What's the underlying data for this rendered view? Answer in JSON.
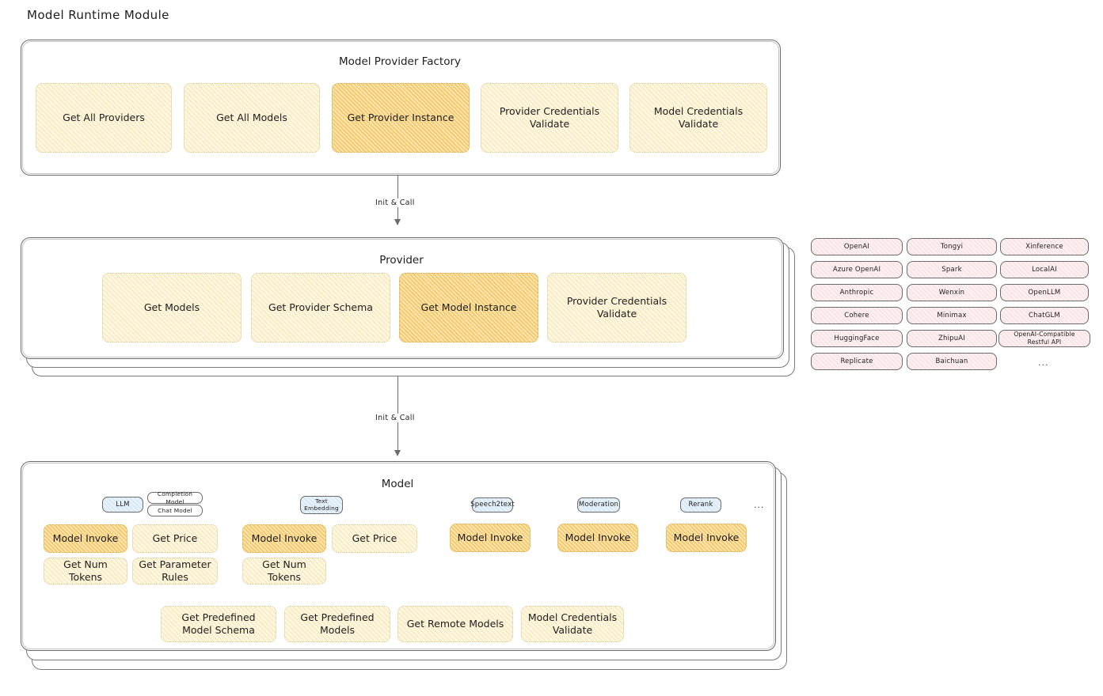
{
  "page": {
    "title": "Model Runtime Module"
  },
  "arrows": [
    {
      "label": "Init & Call"
    },
    {
      "label": "Init & Call"
    }
  ],
  "factory": {
    "title": "Model Provider Factory",
    "items": [
      {
        "label": "Get All Providers",
        "highlight": false
      },
      {
        "label": "Get All Models",
        "highlight": false
      },
      {
        "label": "Get Provider Instance",
        "highlight": true
      },
      {
        "label": "Provider Credentials Validate",
        "highlight": false
      },
      {
        "label": "Model Credentials Validate",
        "highlight": false
      }
    ]
  },
  "provider": {
    "title": "Provider",
    "items": [
      {
        "label": "Get Models",
        "highlight": false
      },
      {
        "label": "Get Provider Schema",
        "highlight": false
      },
      {
        "label": "Get Model Instance",
        "highlight": true
      },
      {
        "label": "Provider Credentials Validate",
        "highlight": false
      }
    ]
  },
  "provider_list": {
    "ellipsis": "...",
    "columns": [
      {
        "items": [
          "OpenAI",
          "Azure OpenAI",
          "Anthropic",
          "Cohere",
          "HuggingFace",
          "Replicate"
        ]
      },
      {
        "items": [
          "Tongyi",
          "Spark",
          "Wenxin",
          "Minimax",
          "ZhipuAI",
          "Baichuan"
        ]
      },
      {
        "items": [
          "Xinference",
          "LocalAI",
          "OpenLLM",
          "ChatGLM",
          "OpenAI-Compatible Restful API"
        ]
      }
    ]
  },
  "model": {
    "title": "Model",
    "ellipsis": "...",
    "types": [
      {
        "tag": "LLM",
        "subtags": [
          "Completion Model",
          "Chat Model"
        ],
        "ops": [
          {
            "label": "Model Invoke",
            "highlight": true
          },
          {
            "label": "Get Price",
            "highlight": false
          },
          {
            "label": "Get Num Tokens",
            "highlight": false
          },
          {
            "label": "Get Parameter Rules",
            "highlight": false
          }
        ]
      },
      {
        "tag": "Text Embedding",
        "subtags": [],
        "ops": [
          {
            "label": "Model Invoke",
            "highlight": true
          },
          {
            "label": "Get Price",
            "highlight": false
          },
          {
            "label": "Get Num Tokens",
            "highlight": false
          }
        ]
      },
      {
        "tag": "Speech2text",
        "subtags": [],
        "ops": [
          {
            "label": "Model Invoke",
            "highlight": true
          }
        ]
      },
      {
        "tag": "Moderation",
        "subtags": [],
        "ops": [
          {
            "label": "Model Invoke",
            "highlight": true
          }
        ]
      },
      {
        "tag": "Rerank",
        "subtags": [],
        "ops": [
          {
            "label": "Model Invoke",
            "highlight": true
          }
        ]
      }
    ],
    "shared_ops": [
      {
        "label": "Get Predefined Model Schema"
      },
      {
        "label": "Get Predefined Models"
      },
      {
        "label": "Get Remote Models"
      },
      {
        "label": "Model Credentials Validate"
      }
    ]
  },
  "colors": {
    "highlight_fill": "#fbe3ab",
    "normal_fill": "#fdf6e0",
    "tag_blue": "#e8f2fa",
    "provider_pink": "#fdeff0",
    "stroke": "#6b6b6b"
  }
}
